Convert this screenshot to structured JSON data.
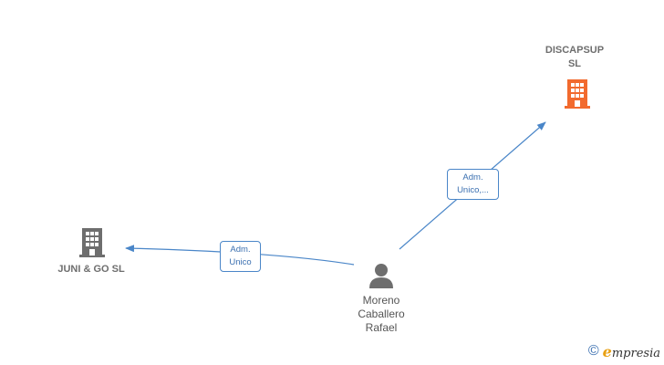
{
  "nodes": {
    "discapsup": {
      "name_line1": "DISCAPSUP",
      "name_line2": "SL",
      "type": "company",
      "color": "#f26a2e"
    },
    "juni_go": {
      "name": "JUNI & GO  SL",
      "type": "company",
      "color": "#6e6e6e"
    },
    "person": {
      "line1": "Moreno",
      "line2": "Caballero",
      "line3": "Rafael",
      "type": "person",
      "color": "#6e6e6e"
    }
  },
  "edges": {
    "to_discapsup": {
      "label_line1": "Adm.",
      "label_line2": "Unico,..."
    },
    "to_juni_go": {
      "label_line1": "Adm.",
      "label_line2": "Unico"
    }
  },
  "footer": {
    "copyright_symbol": "©",
    "brand_first": "e",
    "brand_rest": "mpresia"
  },
  "colors": {
    "edge": "#4a86c8",
    "accent": "#f26a2e"
  }
}
